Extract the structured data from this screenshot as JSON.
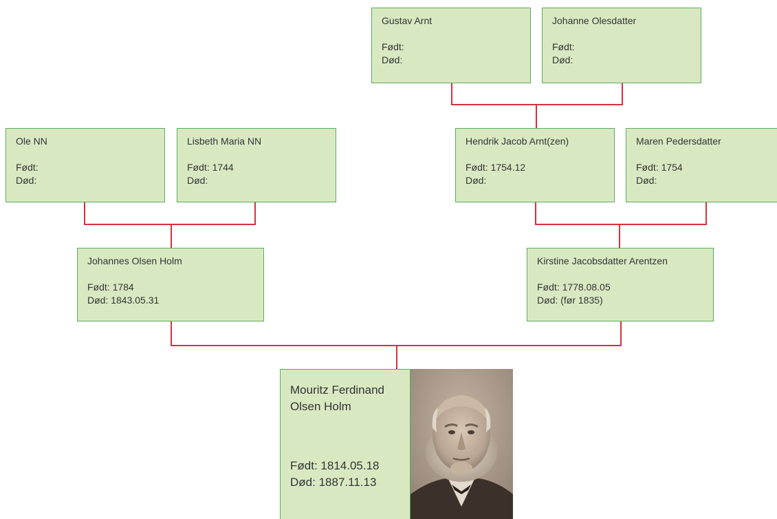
{
  "labels": {
    "born": "Født:",
    "died": "Død:"
  },
  "people": {
    "gustav": {
      "name": "Gustav Arnt",
      "born": "",
      "died": ""
    },
    "johanne": {
      "name": "Johanne Olesdatter",
      "born": "",
      "died": ""
    },
    "ole": {
      "name": "Ole NN",
      "born": "",
      "died": ""
    },
    "lisbeth": {
      "name": "Lisbeth Maria NN",
      "born": "1744",
      "died": ""
    },
    "hendrik": {
      "name": "Hendrik Jacob Arnt(zen)",
      "born": "1754.12",
      "died": ""
    },
    "maren": {
      "name": "Maren Pedersdatter",
      "born": "1754",
      "died": ""
    },
    "johannes": {
      "name": "Johannes Olsen Holm",
      "born": "1784",
      "died": "1843.05.31"
    },
    "kirstine": {
      "name": "Kirstine Jacobsdatter Arentzen",
      "born": "1778.08.05",
      "died": "(før 1835)"
    },
    "mouritz": {
      "name": "Mouritz Ferdinand Olsen Holm",
      "born": "1814.05.18",
      "died": "1887.11.13"
    }
  }
}
